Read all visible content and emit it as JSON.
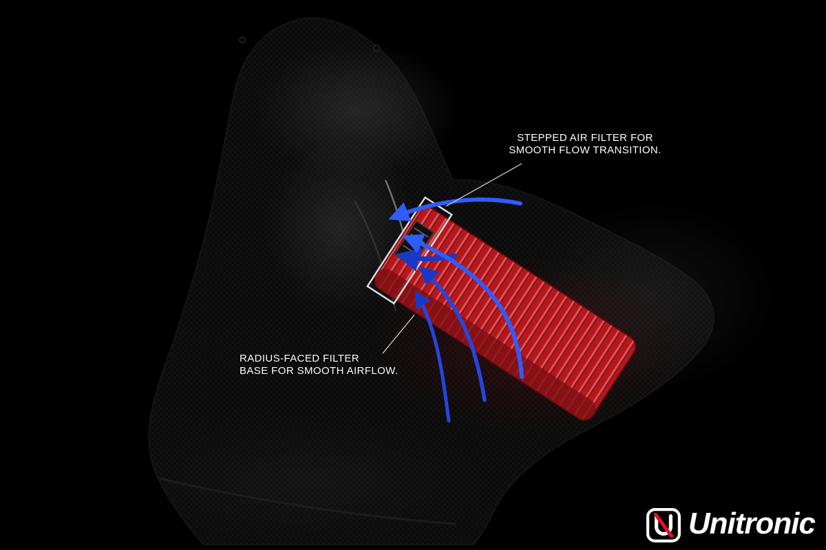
{
  "annotations": {
    "stepped_filter": {
      "line1": "STEPPED AIR FILTER FOR",
      "line2": "SMOOTH FLOW TRANSITION."
    },
    "radius_base": {
      "line1": "RADIUS-FACED FILTER",
      "line2": "BASE FOR SMOOTH AIRFLOW."
    }
  },
  "logo": {
    "brand": "Unitronic"
  },
  "colors": {
    "background": "#000000",
    "annotation_text": "#ffffff",
    "filter_red": "#b5181c",
    "filter_dark_red": "#7d0f14",
    "arrow_blue": "#2f5cff",
    "arrow_blue_dark": "#1839c8",
    "logo_red": "#e01326",
    "leader_line": "#dddddd"
  }
}
